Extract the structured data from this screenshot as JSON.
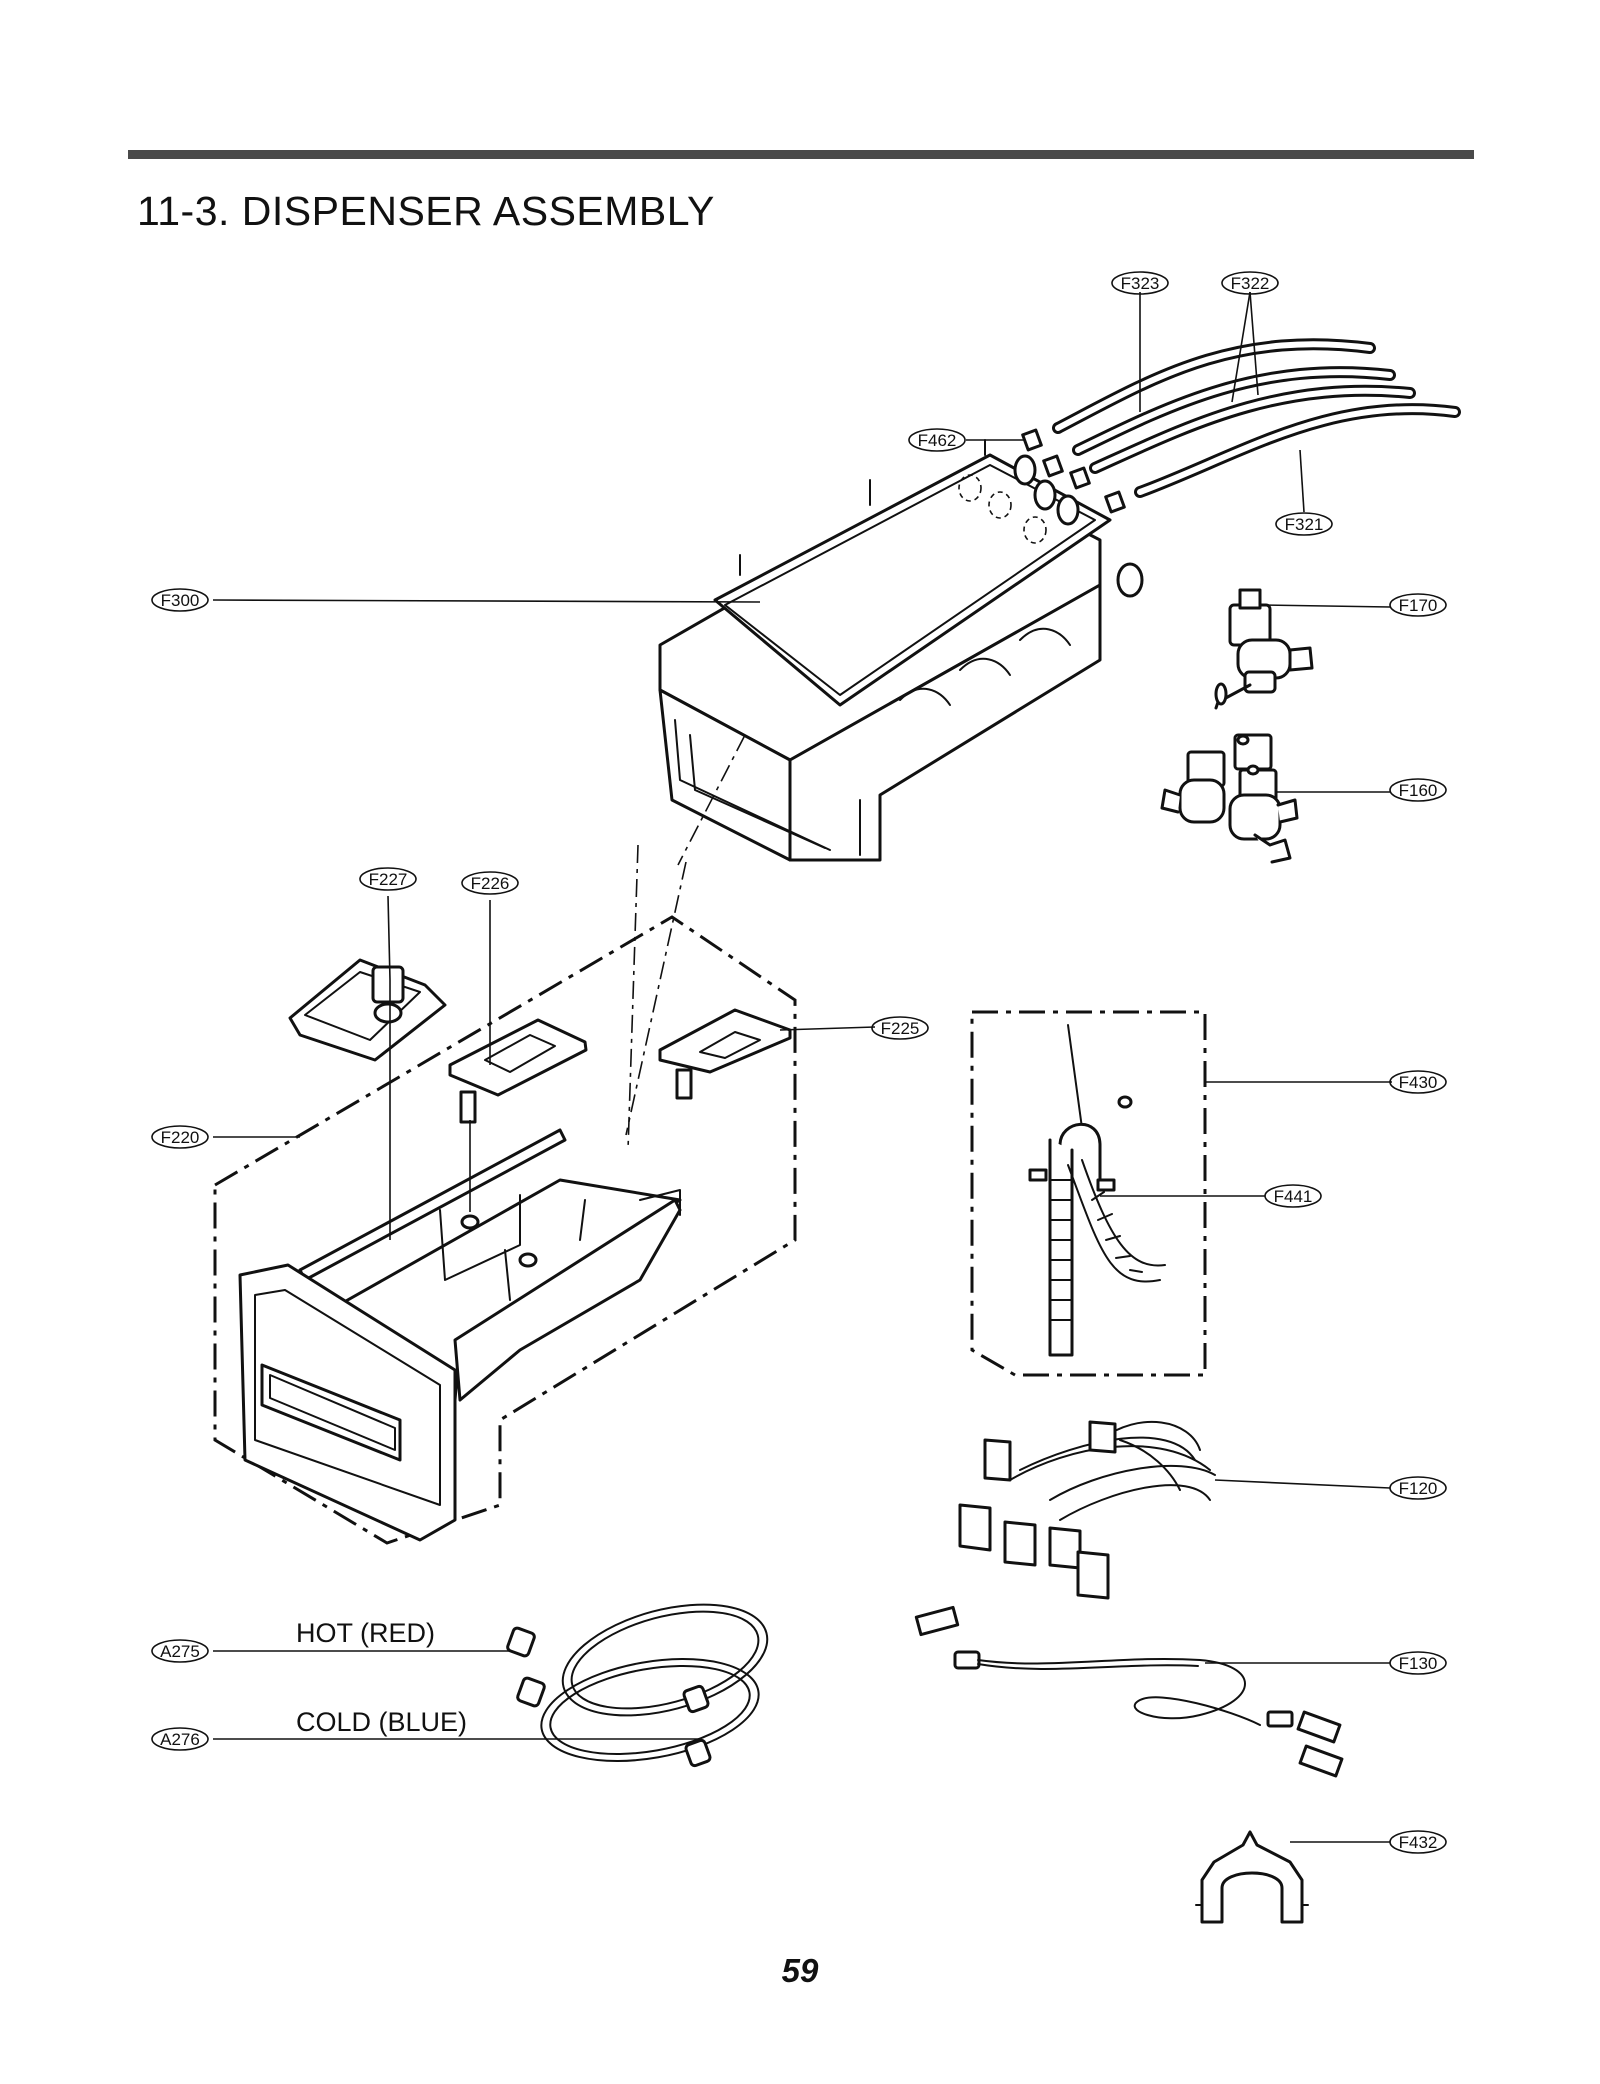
{
  "page": {
    "title": "11-3.  DISPENSER ASSEMBLY",
    "page_number": "59"
  },
  "labels": {
    "F323": "F323",
    "F322": "F322",
    "F462": "F462",
    "F321": "F321",
    "F300": "F300",
    "F170": "F170",
    "F160": "F160",
    "F227": "F227",
    "F226": "F226",
    "F225": "F225",
    "F430": "F430",
    "F220": "F220",
    "F441": "F441",
    "F120": "F120",
    "A275": "A275",
    "A276": "A276",
    "F130": "F130",
    "F432": "F432"
  },
  "notes": {
    "hot": "HOT (RED)",
    "cold": "COLD (BLUE)"
  }
}
